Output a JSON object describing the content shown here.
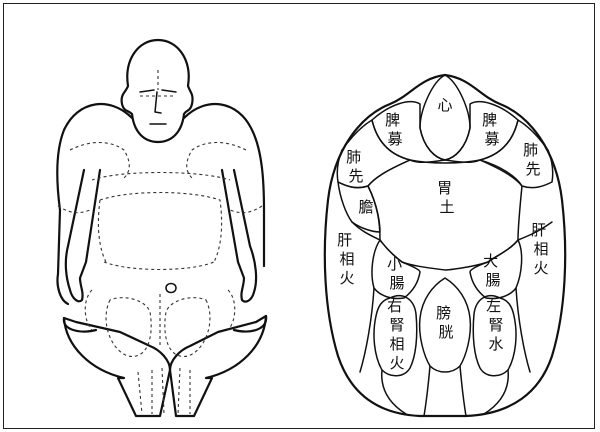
{
  "regions": {
    "heart": "心",
    "spleen_left": "脾募",
    "spleen_right": "脾募",
    "lung_left": "肺先",
    "lung_right": "肺先",
    "stomach": "胃土",
    "gallbladder": "膽",
    "liver_left": "肝相火",
    "liver_right": "肝相火",
    "small_intestine": "小腸",
    "large_intestine": "大腸",
    "right_kidney": "右腎相火",
    "bladder": "膀胱",
    "left_kidney": "左腎水"
  },
  "colors": {
    "ink": "#111111",
    "background": "#ffffff"
  }
}
